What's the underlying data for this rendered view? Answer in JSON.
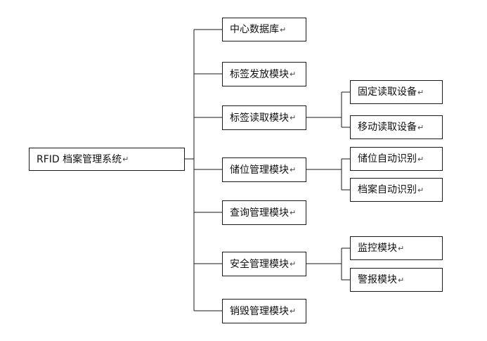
{
  "diagram": {
    "return_mark": "↵",
    "root": {
      "label": "RFID 档案管理系统"
    },
    "modules": [
      {
        "label": "中心数据库"
      },
      {
        "label": "标签发放模块"
      },
      {
        "label": "标签读取模块",
        "children": [
          {
            "label": "固定读取设备"
          },
          {
            "label": "移动读取设备"
          }
        ]
      },
      {
        "label": "储位管理模块",
        "children": [
          {
            "label": "储位自动识别"
          },
          {
            "label": "档案自动识别"
          }
        ]
      },
      {
        "label": "查询管理模块"
      },
      {
        "label": "安全管理模块",
        "children": [
          {
            "label": "监控模块"
          },
          {
            "label": "警报模块"
          }
        ]
      },
      {
        "label": "销毁管理模块"
      }
    ],
    "colors": {
      "line": "#1a1a1a",
      "box_border": "#1a1a1a",
      "background": "#ffffff"
    }
  }
}
